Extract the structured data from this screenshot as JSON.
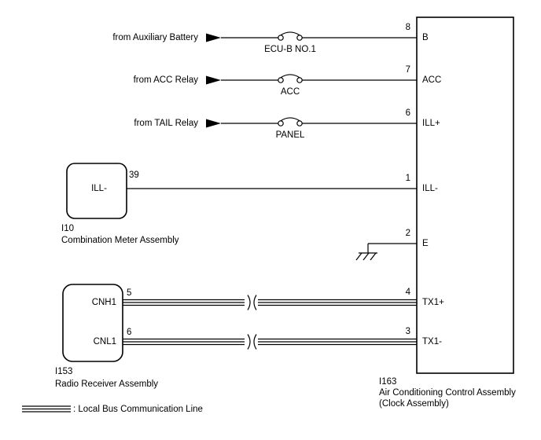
{
  "diagram": {
    "inputs": [
      {
        "source": "from Auxiliary Battery",
        "fuse": "ECU-B NO.1",
        "pin_no": "8",
        "pin_name": "B"
      },
      {
        "source": "from ACC Relay",
        "fuse": "ACC",
        "pin_no": "7",
        "pin_name": "ACC"
      },
      {
        "source": "from TAIL Relay",
        "fuse": "PANEL",
        "pin_no": "6",
        "pin_name": "ILL+"
      }
    ],
    "combination_meter": {
      "code": "I10",
      "name": "Combination Meter Assembly",
      "pin_no": "39",
      "pin_label": "ILL-",
      "to_pin_no": "1",
      "to_pin_name": "ILL-"
    },
    "ground": {
      "pin_no": "2",
      "pin_name": "E"
    },
    "radio": {
      "code": "I153",
      "name": "Radio Receiver Assembly",
      "lines": [
        {
          "conn": "CNH1",
          "pin_no": "5",
          "to_pin_no": "4",
          "to_pin_name": "TX1+"
        },
        {
          "conn": "CNL1",
          "pin_no": "6",
          "to_pin_no": "3",
          "to_pin_name": "TX1-"
        }
      ]
    },
    "main_unit": {
      "code": "I163",
      "name_line1": "Air Conditioning Control Assembly",
      "name_line2": "(Clock Assembly)"
    },
    "legend": {
      "label": ": Local Bus Communication Line"
    },
    "colors": {
      "line": "#000000",
      "background": "#ffffff"
    }
  }
}
